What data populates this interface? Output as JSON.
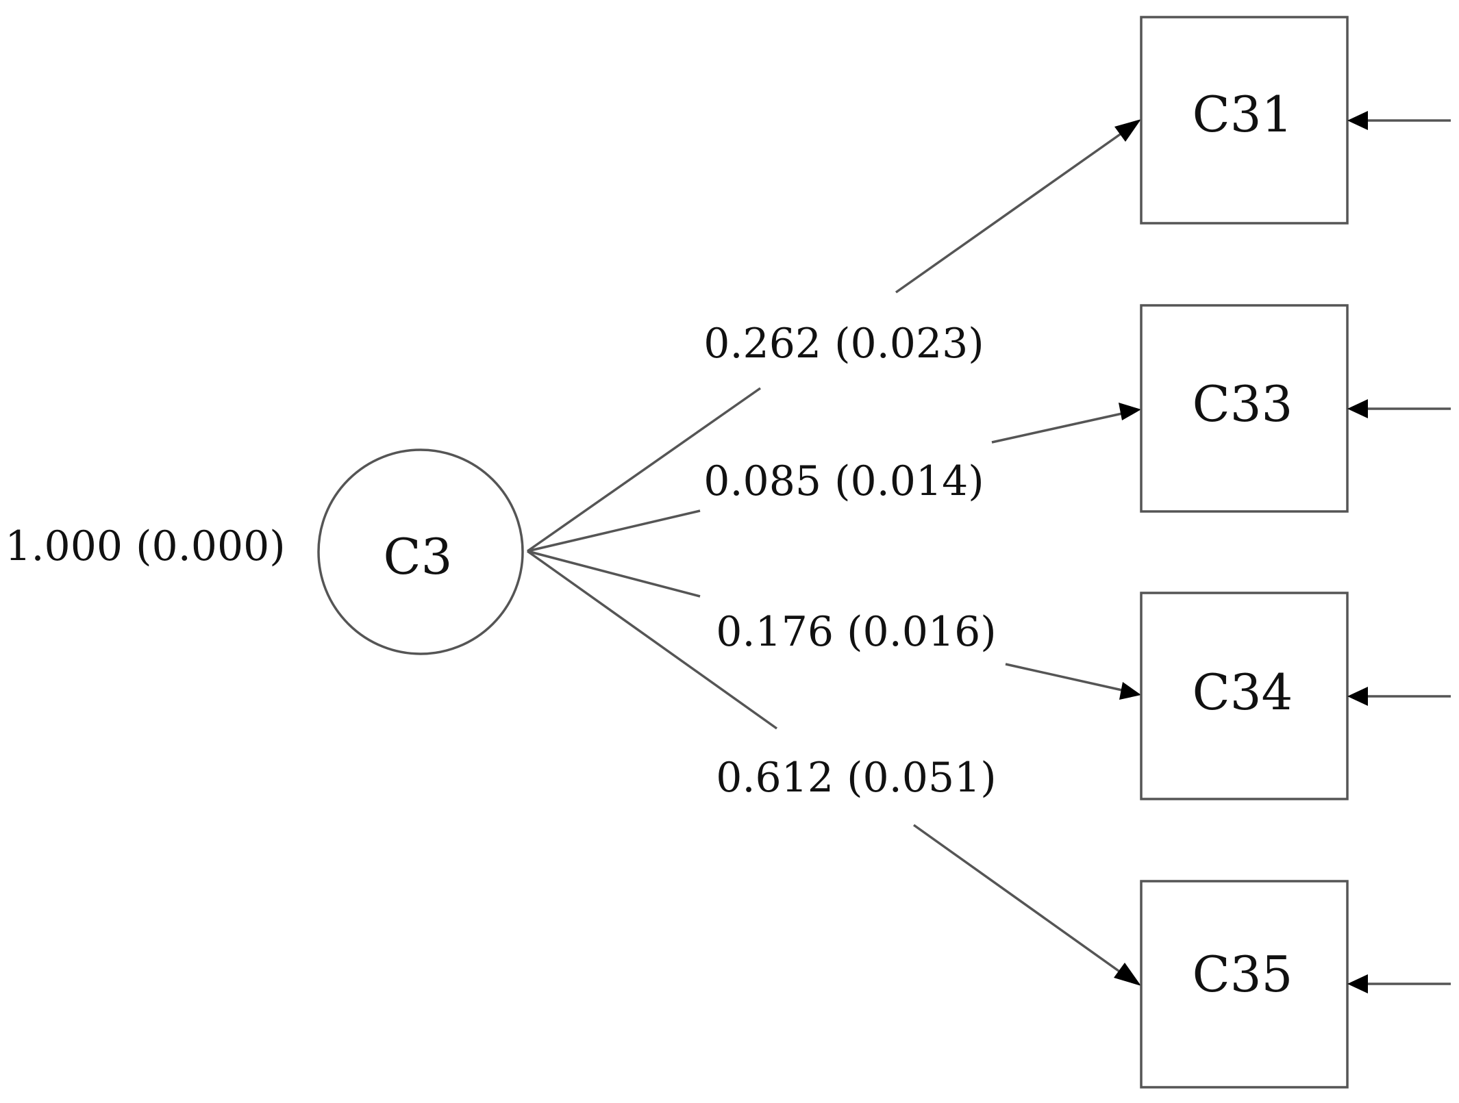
{
  "latent": {
    "label": "C3",
    "variance_label": "1.000 (0.000)"
  },
  "indicators": [
    {
      "label": "C31",
      "coefficient": "0.262 (0.023)"
    },
    {
      "label": "C33",
      "coefficient": "0.085 (0.014)"
    },
    {
      "label": "C34",
      "coefficient": "0.176 (0.016)"
    },
    {
      "label": "C35",
      "coefficient": "0.612 (0.051)"
    }
  ],
  "colors": {
    "stroke": "#555555",
    "arrowhead": "#000000",
    "text": "#111111",
    "background": "#ffffff"
  }
}
